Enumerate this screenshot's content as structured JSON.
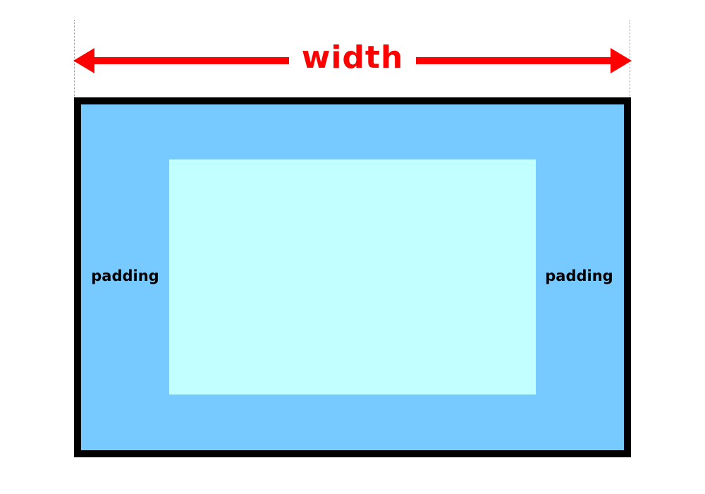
{
  "diagram": {
    "dimension_label": "width",
    "padding_left_label": "padding",
    "padding_right_label": "padding"
  },
  "colors": {
    "arrow": "#ff0000",
    "label_text": "#ff0000",
    "border": "#000000",
    "padding_area": "#77caff",
    "content_area": "#c2ffff"
  }
}
